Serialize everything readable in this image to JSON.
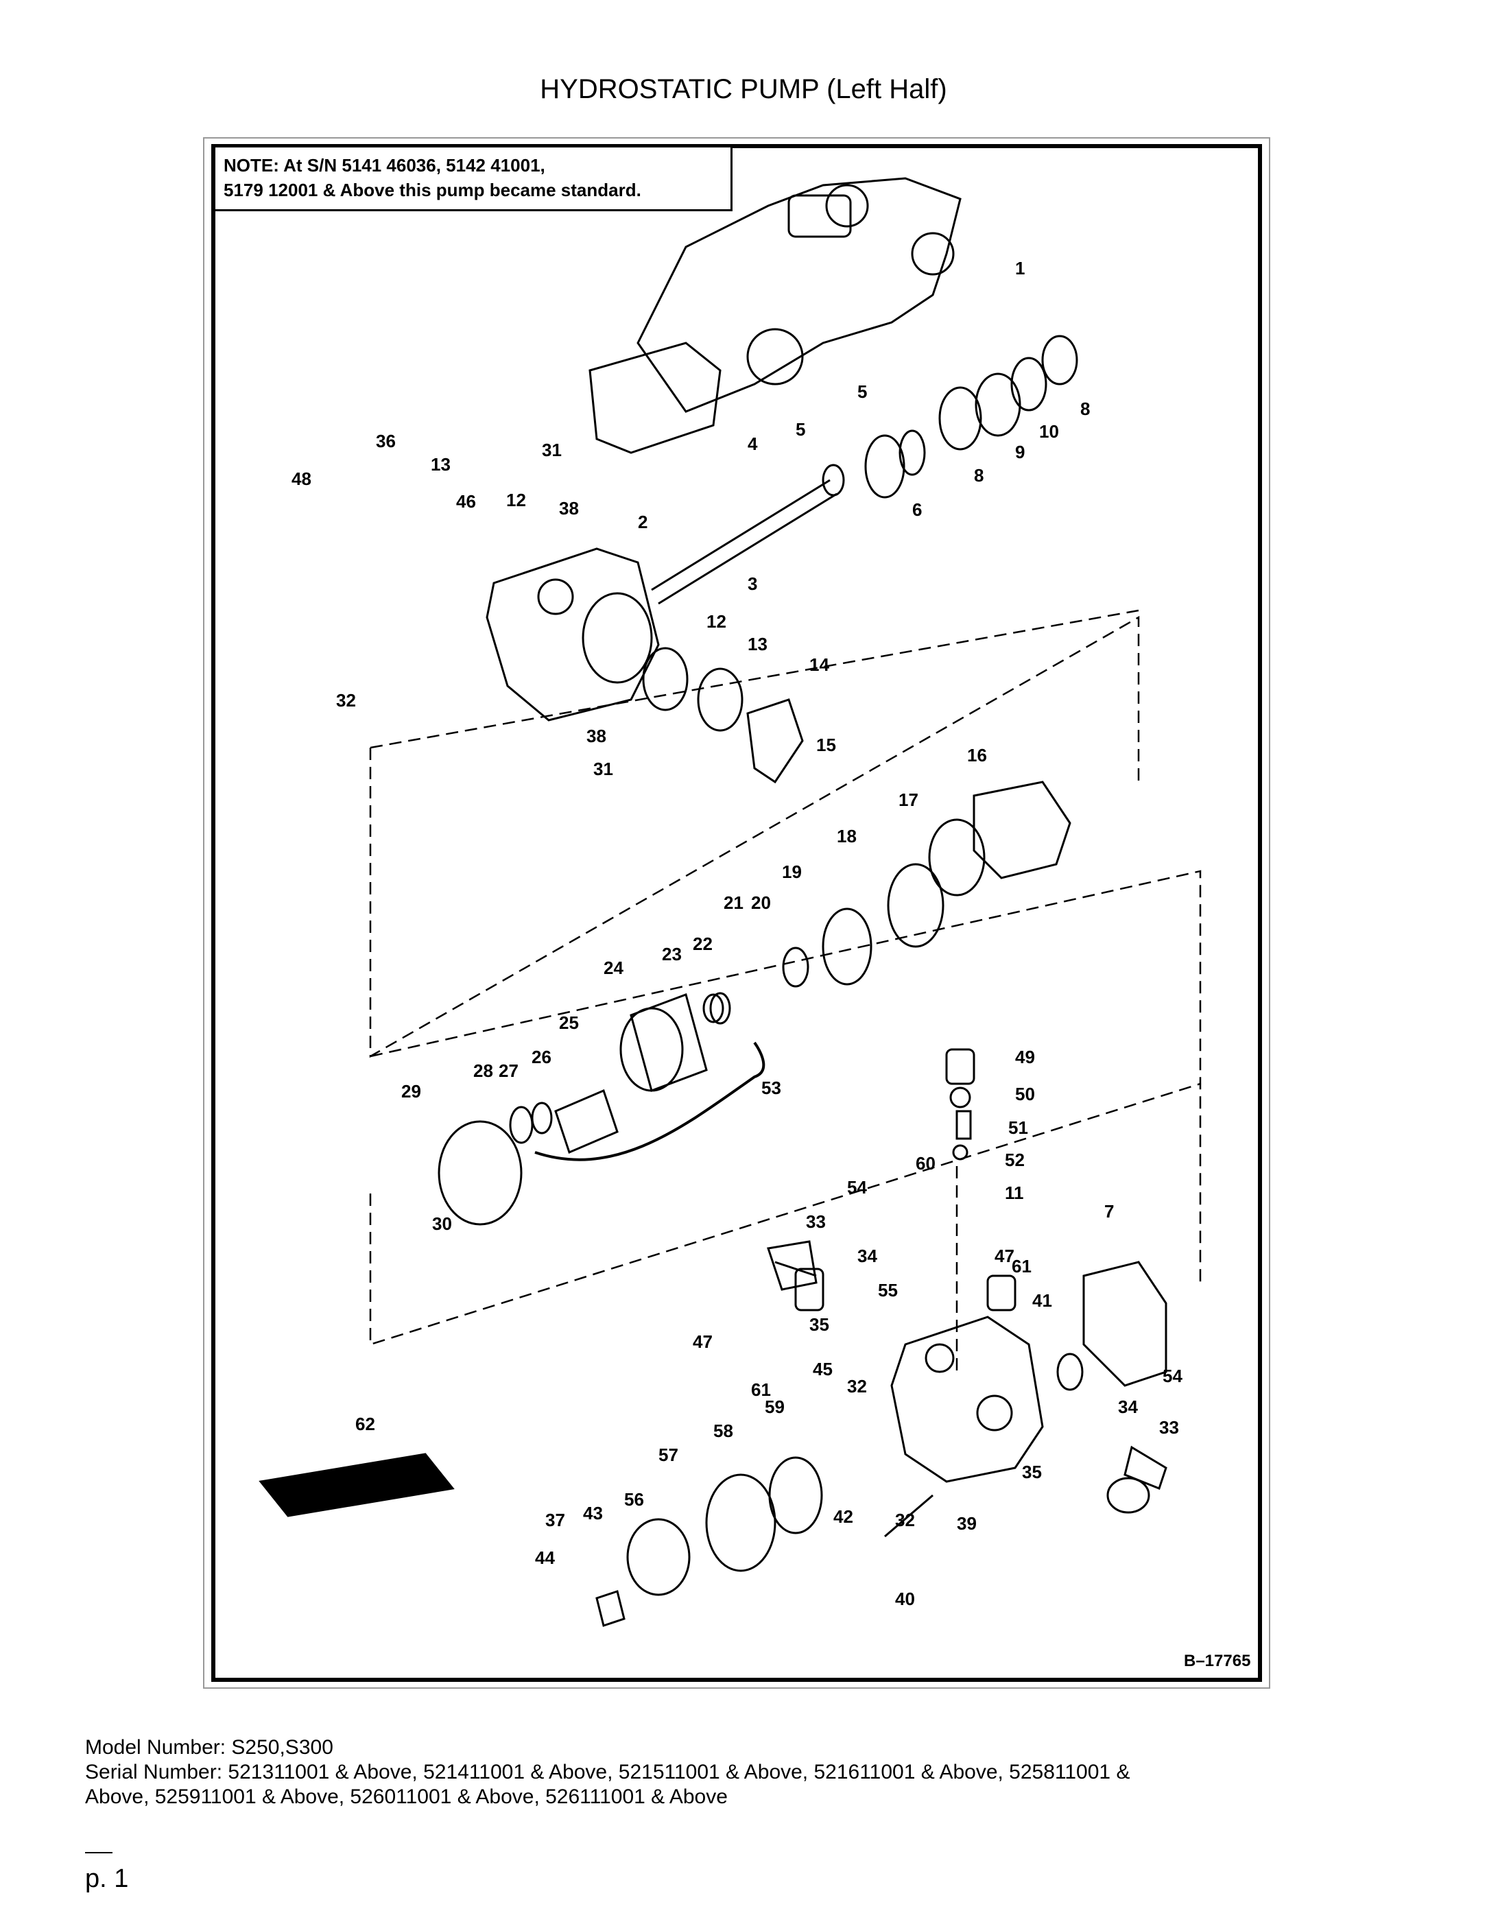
{
  "page": {
    "title": "HYDROSTATIC PUMP (Left Half)",
    "page_number": "p. 1"
  },
  "figure": {
    "note_line1": "NOTE: At S/N 5141 46036, 5142 41001,",
    "note_line2": "5179 12001 & Above this pump became standard.",
    "figure_id": "B–17765",
    "callouts": [
      "1",
      "2",
      "3",
      "4",
      "5",
      "5",
      "6",
      "7",
      "8",
      "8",
      "9",
      "10",
      "11",
      "12",
      "12",
      "13",
      "13",
      "14",
      "15",
      "16",
      "17",
      "18",
      "19",
      "20",
      "21",
      "22",
      "23",
      "24",
      "25",
      "26",
      "27",
      "28",
      "29",
      "30",
      "31",
      "31",
      "32",
      "32",
      "32",
      "33",
      "33",
      "34",
      "34",
      "35",
      "35",
      "36",
      "37",
      "38",
      "38",
      "39",
      "40",
      "41",
      "42",
      "43",
      "44",
      "45",
      "46",
      "47",
      "47",
      "48",
      "49",
      "50",
      "51",
      "52",
      "53",
      "54",
      "54",
      "55",
      "56",
      "57",
      "58",
      "59",
      "60",
      "61",
      "61",
      "62"
    ]
  },
  "footer": {
    "model_line": "Model Number: S250,S300",
    "serial_line1": "Serial Number: 521311001 & Above, 521411001 & Above, 521511001 & Above, 521611001 & Above, 525811001 &",
    "serial_line2": "Above, 525911001 & Above, 526011001 & Above, 526111001 & Above"
  }
}
